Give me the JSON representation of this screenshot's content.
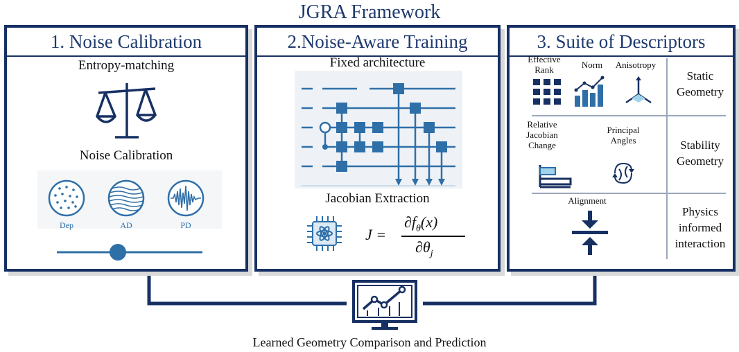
{
  "title": "JGRA Framework",
  "panel1": {
    "heading": "1. Noise Calibration",
    "entropy_label": "Entropy-matching",
    "calib_label": "Noise Calibration",
    "noise_types": [
      "Dep",
      "AD",
      "PD"
    ]
  },
  "panel2": {
    "heading": "2.Noise-Aware Training",
    "arch_label": "Fixed architecture",
    "jac_label": "Jacobian Extraction",
    "equation_lhs": "J =",
    "equation_num": "∂f",
    "equation_num_sub": "θ",
    "equation_num_arg": "(x)",
    "equation_den": "∂θ",
    "equation_den_sub": "j"
  },
  "panel3": {
    "heading": "3. Suite of Descriptors",
    "row1": {
      "items": [
        "Effective Rank",
        "Norm",
        "Anisotropy"
      ],
      "desc_line1": "Static",
      "desc_line2": "Geometry"
    },
    "row2": {
      "items": [
        "Relative Jacobian Change",
        "Principal Angles"
      ],
      "desc_line1": "Stability",
      "desc_line2": "Geometry"
    },
    "row3": {
      "items": [
        "Alignment"
      ],
      "desc_line1": "Physics",
      "desc_line2": "informed",
      "desc_line3": "interaction"
    }
  },
  "bottom_label": "Learned Geometry Comparison and Prediction",
  "colors": {
    "navy": "#173063",
    "blue": "#2f6fa8",
    "light": "#dbeaf6"
  },
  "icons": [
    "scale-icon",
    "depolarizing-noise-icon",
    "amplitude-damping-icon",
    "phase-damping-icon",
    "slider-icon",
    "circuit-icon",
    "chip-icon",
    "grid-dots-icon",
    "bar-chart-icon",
    "cube-axes-icon",
    "bracket-icon",
    "rotate-icon",
    "compress-arrows-icon",
    "monitor-chart-icon"
  ]
}
